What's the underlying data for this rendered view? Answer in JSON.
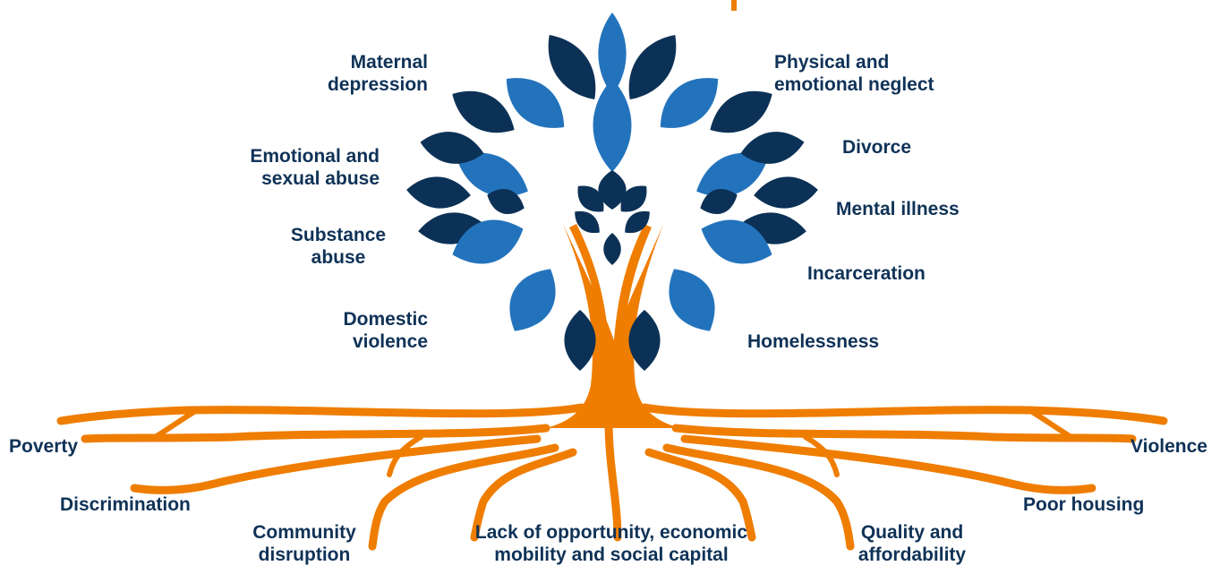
{
  "colors": {
    "text": "#0f3257",
    "leaf_dark": "#0c3156",
    "leaf_light": "#2373bc",
    "trunk": "#ef7d00"
  },
  "branches": {
    "maternal_depression": "Maternal\ndepression",
    "emotional_sexual_abuse": "Emotional and\nsexual abuse",
    "substance_abuse": "Substance\nabuse",
    "domestic_violence": "Domestic\nviolence",
    "physical_emotional_neglect": "Physical and\nemotional neglect",
    "divorce": "Divorce",
    "mental_illness": "Mental illness",
    "incarceration": "Incarceration",
    "homelessness": "Homelessness"
  },
  "roots": {
    "poverty": "Poverty",
    "discrimination": "Discrimination",
    "community_disruption": "Community\ndisruption",
    "lack_of_opportunity": "Lack of opportunity, economic\nmobility and social capital",
    "quality_affordability": "Quality and\naffordability",
    "poor_housing": "Poor housing",
    "violence": "Violence"
  }
}
